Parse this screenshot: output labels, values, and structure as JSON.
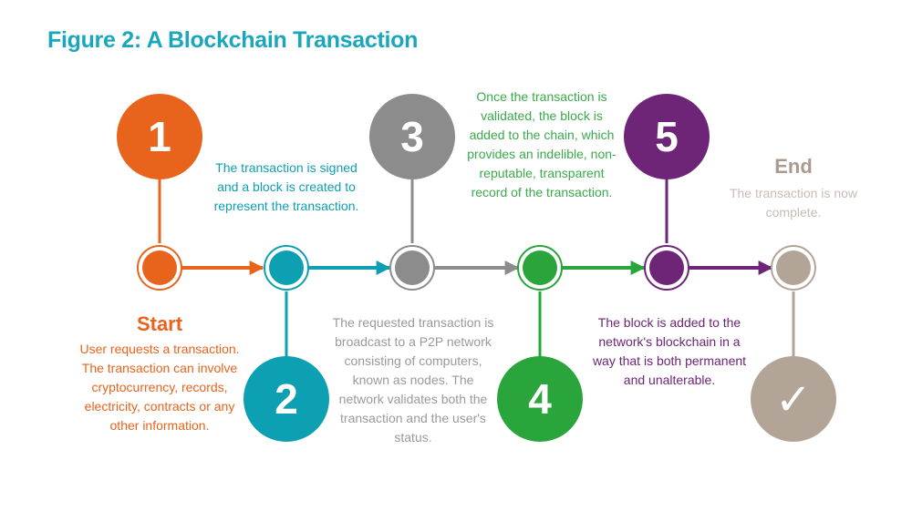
{
  "figure": {
    "title": "Figure 2: A Blockchain Transaction"
  },
  "colors": {
    "title": "#1aa7bd",
    "step1": "#e8631c",
    "step2": "#0d9fb2",
    "step3": "#8c8c8c",
    "step4": "#2aa53c",
    "step5": "#6e2477",
    "end": "#b2a597"
  },
  "steps": [
    {
      "number": "1",
      "heading": "Start",
      "text": "User requests a transaction. The transaction can involve cryptocurrency, records, electricity, contracts or any other information."
    },
    {
      "number": "2",
      "text": "The transaction is signed and a block is created to represent the transaction."
    },
    {
      "number": "3",
      "text": "The requested transaction is broadcast to a P2P network consisting of computers, known as nodes. The network validates both the transaction and the user's status."
    },
    {
      "number": "4",
      "text": "Once the transaction is validated, the block is added to the chain, which provides an indelible, non-reputable, transparent record of the transaction."
    },
    {
      "number": "5",
      "text": "The block is added to the network's blockchain in a way that is both permanent and unalterable."
    }
  ],
  "end": {
    "heading": "End",
    "text": "The transaction is now complete.",
    "icon": "checkmark-icon",
    "glyph": "✓"
  }
}
